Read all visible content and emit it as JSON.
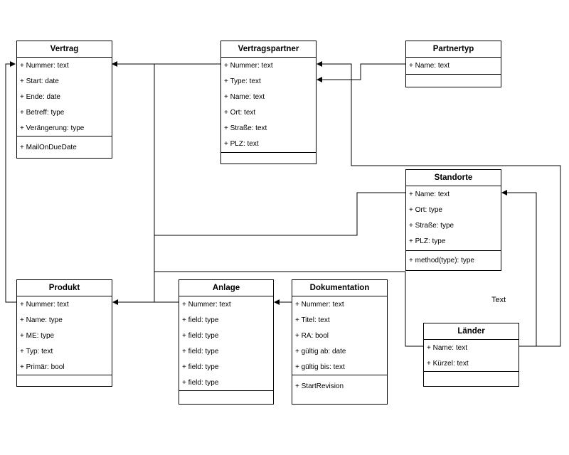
{
  "classes": {
    "vertrag": {
      "name": "Vertrag",
      "attributes": [
        "+ Nummer: text",
        "+ Start: date",
        "+ Ende: date",
        "+ Betreff: type",
        "+ Verängerung: type"
      ],
      "methods": [
        "+ MailOnDueDate"
      ]
    },
    "vertragspartner": {
      "name": "Vertragspartner",
      "attributes": [
        "+ Nummer: text",
        "+ Type: text",
        "+ Name: text",
        "+ Ort: text",
        "+ Straße: text",
        "+ PLZ: text"
      ],
      "methods": []
    },
    "partnertyp": {
      "name": "Partnertyp",
      "attributes": [
        "+ Name: text"
      ],
      "methods": []
    },
    "standorte": {
      "name": "Standorte",
      "attributes": [
        "+ Name: text",
        "+ Ort: type",
        "+ Straße: type",
        "+ PLZ: type"
      ],
      "methods": [
        "+ method(type): type"
      ]
    },
    "produkt": {
      "name": "Produkt",
      "attributes": [
        "+ Nummer: text",
        "+ Name: type",
        "+ ME: type",
        "+ Typ: text",
        "+ Primär: bool"
      ],
      "methods": []
    },
    "anlage": {
      "name": "Anlage",
      "attributes": [
        "+ Nummer: text",
        "+ field: type",
        "+ field: type",
        "+ field: type",
        "+ field: type",
        "+ field: type"
      ],
      "methods": []
    },
    "dokumentation": {
      "name": "Dokumentation",
      "attributes": [
        "+ Nummer: text",
        "+ Titel: text",
        "+ RA: bool",
        "+ gültig ab: date",
        "+ gültig bis: text"
      ],
      "methods": [
        "+ StartRevision"
      ]
    },
    "laender": {
      "name": "Länder",
      "attributes": [
        "+ Name: text",
        "+ Kürzel: text"
      ],
      "methods": []
    }
  },
  "floating_text": "Text"
}
